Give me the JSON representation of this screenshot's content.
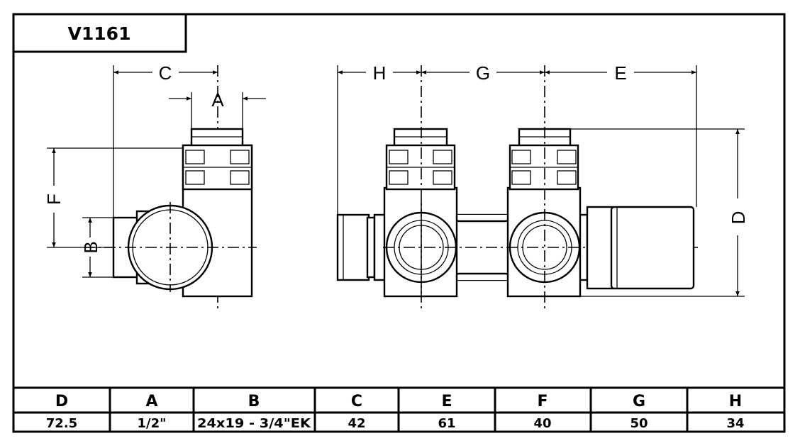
{
  "title": "V1161",
  "dimension_letters": {
    "C": "C",
    "A": "A",
    "F": "F",
    "B": "B",
    "H": "H",
    "G": "G",
    "E": "E",
    "D": "D"
  },
  "table": {
    "headers": [
      "D",
      "A",
      "B",
      "C",
      "E",
      "F",
      "G",
      "H"
    ],
    "values": [
      "72.5",
      "1/2\"",
      "24x19 - 3/4\"EK",
      "42",
      "61",
      "40",
      "50",
      "34"
    ]
  }
}
